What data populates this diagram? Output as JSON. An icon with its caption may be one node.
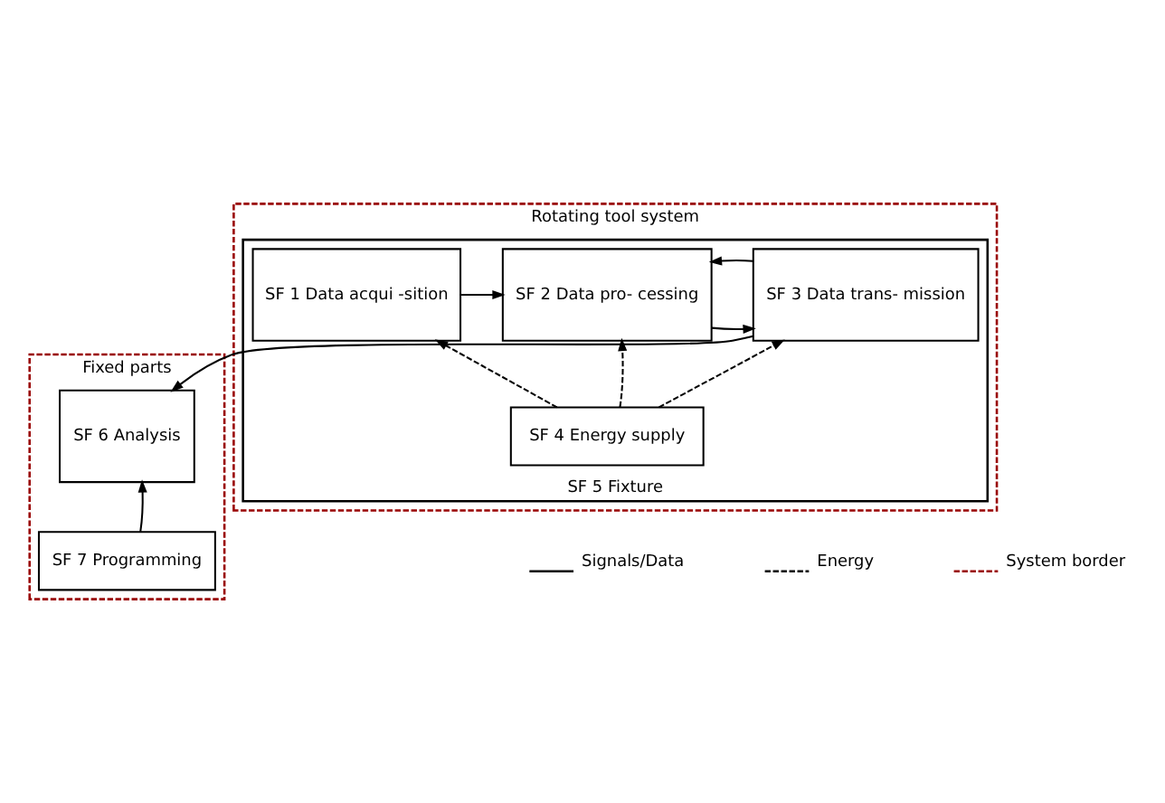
{
  "diagram": {
    "nodes": [
      {
        "text": [
          "Rotating tool system"
        ]
      },
      {
        "text": [
          "Fixed parts"
        ]
      },
      {
        "text": [
          "SF 5 Fixture"
        ],
        "in": 0
      },
      {
        "text": [
          "SF 1 Data acqui -sition"
        ],
        "in": 2
      },
      {
        "text": [
          "SF 2 Data pro- cessing"
        ],
        "in": 2
      },
      {
        "text": [
          "SF 3 Data trans- mission"
        ],
        "in": 2
      },
      {
        "text": [
          "SF 4 Energy supply"
        ],
        "in": 2
      },
      {
        "text": [
          "SF 6 Analysis"
        ],
        "in": 1
      },
      {
        "text": [
          "SF 7 Programming"
        ],
        "in": 1
      }
    ],
    "edges": [
      {
        "from": 3,
        "to": 4,
        "arrow": "to"
      },
      {
        "from": 4,
        "to": 5,
        "arrow": "to"
      },
      {
        "from": 5,
        "to": 4,
        "arrow": "to"
      },
      {
        "from": 5,
        "to": 7,
        "arrow": "to"
      },
      {
        "from": 8,
        "to": 7,
        "arrow": "to"
      },
      {
        "from": 6,
        "to": 3,
        "arrow": "to",
        "style": "dashed"
      },
      {
        "from": 6,
        "to": 4,
        "arrow": "to",
        "style": "dashed"
      },
      {
        "from": 6,
        "to": 5,
        "arrow": "to",
        "style": "dashed"
      }
    ],
    "legend": [
      {
        "text": "Signals/Data"
      },
      {
        "text": "Energy"
      },
      {
        "text": "System border"
      }
    ]
  }
}
